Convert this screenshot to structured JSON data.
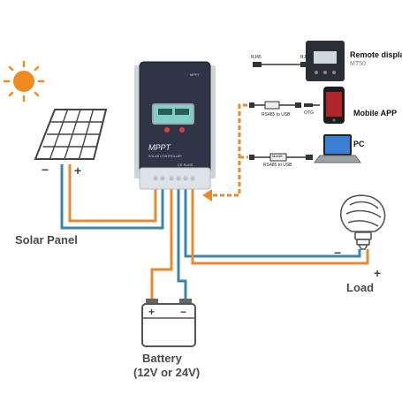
{
  "labels": {
    "solar_panel": "Solar Panel",
    "battery": "Battery",
    "battery_voltage": "(12V or 24V)",
    "load": "Load",
    "remote_display": "Remote display",
    "remote_model": "MT50",
    "mobile_app": "Mobile APP",
    "pc": "PC",
    "rj45_left": "RJ45",
    "rj45_right": "RJ45",
    "rs485_usb_1": "RS485 to USB",
    "rs485_usb_2": "RS485 to USB",
    "otg": "OTG",
    "mobile_tag": "Mobile",
    "controller_brand": "MPPT",
    "controller_sub": "SOLAR CONTROLLER",
    "controller_mark": "CE RoHS",
    "controller_tag": "MPPT"
  },
  "polarity": {
    "minus": "−",
    "plus": "+"
  },
  "colors": {
    "positive_wire": "#e58a2e",
    "negative_wire": "#3b86a8",
    "comm_wire": "#e58a2e",
    "sun": "#f08c1f",
    "controller_body": "#2f3447",
    "controller_frame": "#cfd4d8",
    "lcd": "#7fd0c8",
    "label": "#4a4a4a"
  },
  "icons": [
    "sun-icon",
    "solar-panel-icon",
    "battery-icon",
    "bulb-icon",
    "remote-display-icon",
    "phone-icon",
    "laptop-icon"
  ]
}
